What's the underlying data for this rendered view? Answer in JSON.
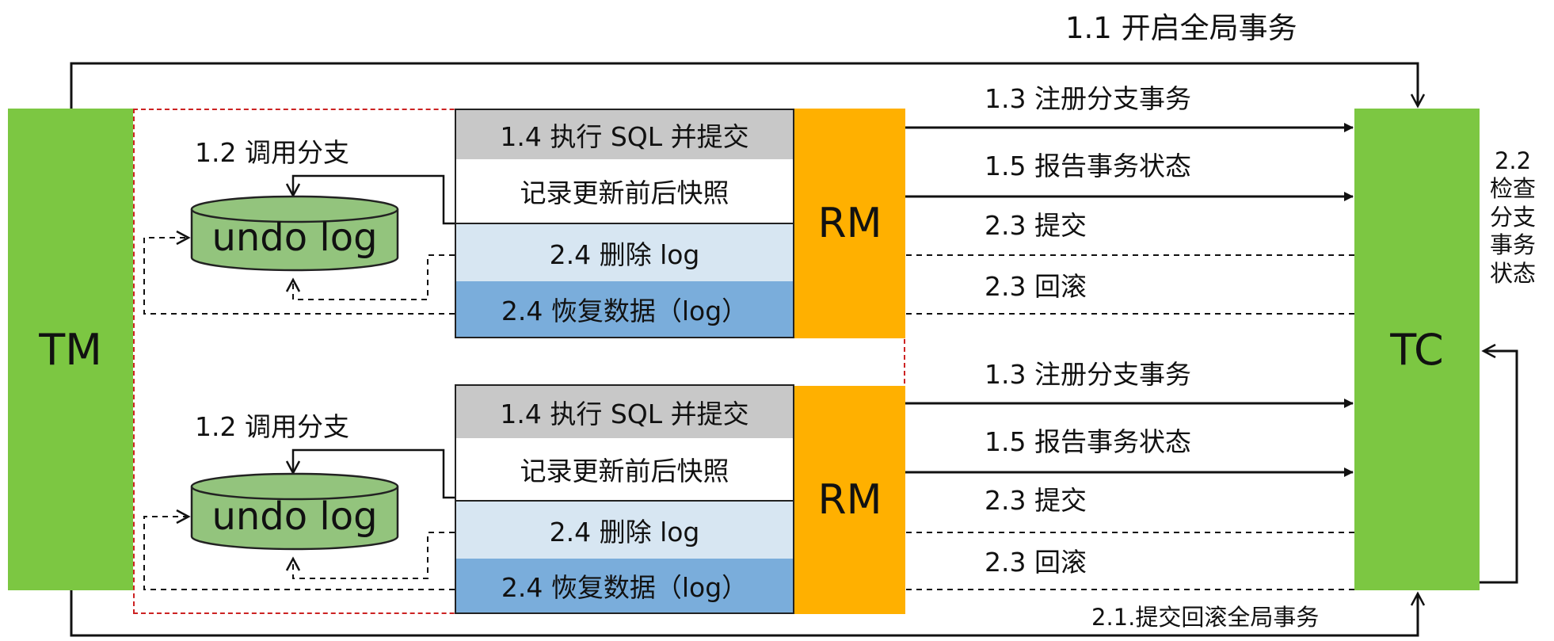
{
  "nodes": {
    "tm": "TM",
    "tc": "TC",
    "rm_top": "RM",
    "rm_bottom": "RM"
  },
  "labels": {
    "begin_global": "1.1 开启全局事务",
    "check_branch": "2.2\n检查\n分支\n事务\n状态",
    "commit_rollback_global": "2.1.提交回滚全局事务"
  },
  "branches": [
    {
      "call_branch": "1.2 调用分支",
      "undo_log": "undo log",
      "exec_sql": "1.4 执行 SQL 并提交",
      "snapshot": "记录更新前后快照",
      "delete_log": "2.4 删除 log",
      "restore_data": "2.4 恢复数据（log）",
      "register_branch": "1.3 注册分支事务",
      "report_status": "1.5 报告事务状态",
      "commit": "2.3 提交",
      "rollback": "2.3 回滚"
    },
    {
      "call_branch": "1.2 调用分支",
      "undo_log": "undo log",
      "exec_sql": "1.4 执行 SQL 并提交",
      "snapshot": "记录更新前后快照",
      "delete_log": "2.4 删除 log",
      "restore_data": "2.4 恢复数据（log）",
      "register_branch": "1.3 注册分支事务",
      "report_status": "1.5 报告事务状态",
      "commit": "2.3 提交",
      "rollback": "2.3 回滚"
    }
  ],
  "colors": {
    "node_green": "#7cc742",
    "rm_orange": "#ffb000",
    "db_green": "#93c47d",
    "row_gray": "#c8c8c8",
    "row_light_blue": "#d7e6f2",
    "row_blue": "#7aaddb",
    "boundary_red": "#cc2222"
  }
}
